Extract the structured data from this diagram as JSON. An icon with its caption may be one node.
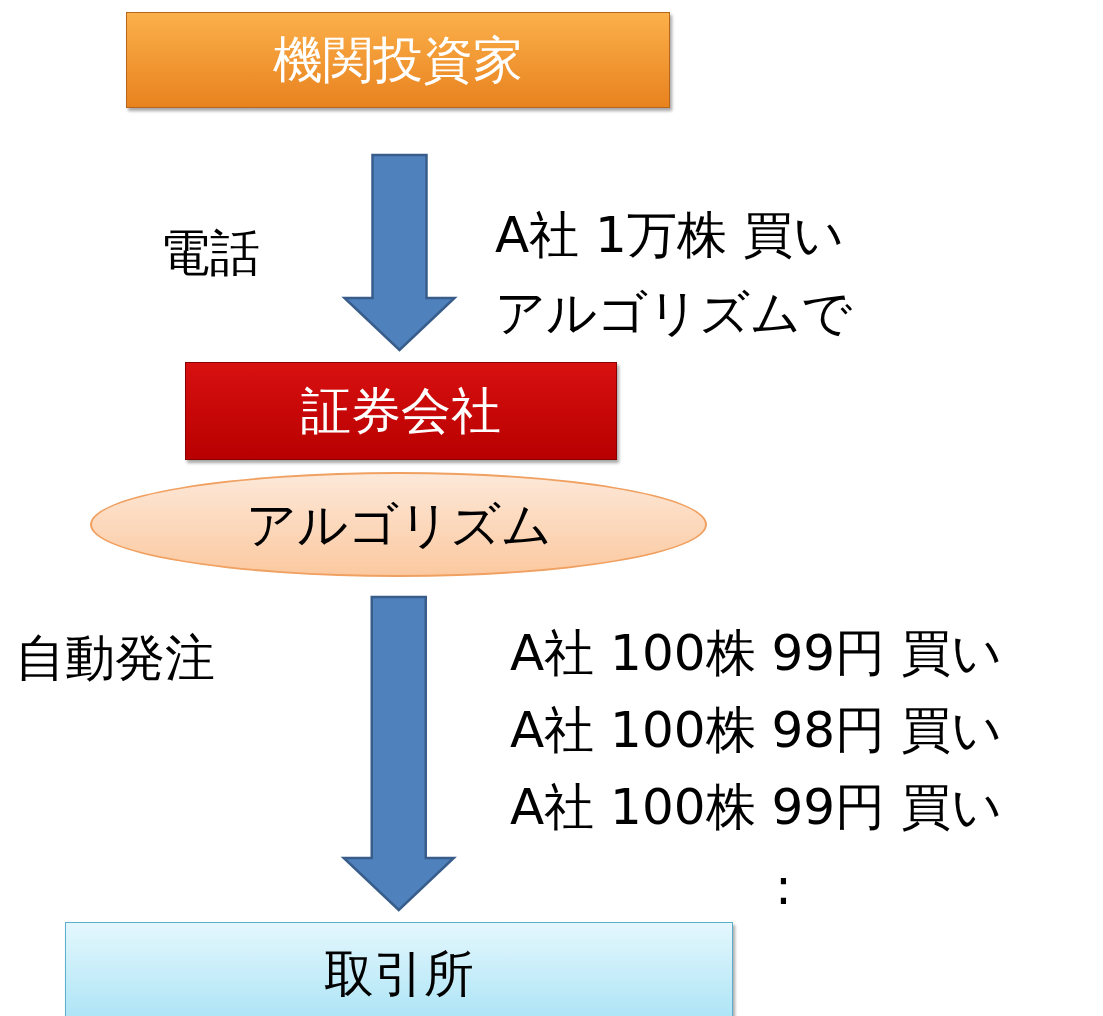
{
  "diagram": {
    "nodes": [
      {
        "text": [
          "機関投資家"
        ]
      },
      {
        "text": [
          "証券会社"
        ]
      },
      {
        "text": [
          "アルゴリズム"
        ]
      },
      {
        "text": [
          "取引所"
        ]
      }
    ],
    "edges": [
      {
        "from": 0,
        "to": 1,
        "arrow": "to",
        "label": "電話"
      },
      {
        "from": 2,
        "to": 3,
        "arrow": "to",
        "label": "自動発注"
      }
    ],
    "labels": [
      "A社 1万株 買い",
      "アルゴリズムで",
      "A社 100株 99円 買い",
      "A社 100株 98円 買い",
      "A社 100株 99円 買い",
      ":"
    ]
  }
}
